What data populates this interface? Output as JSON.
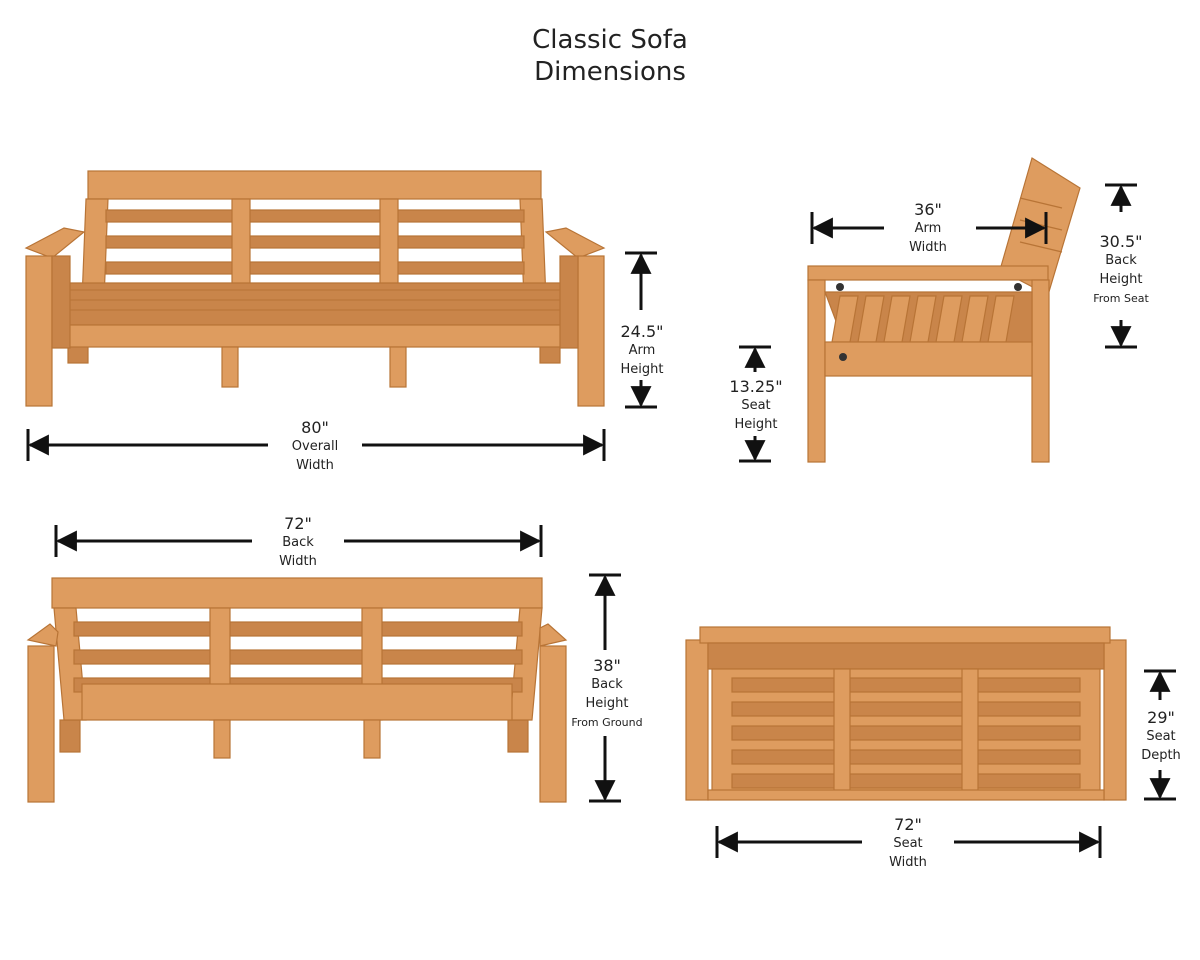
{
  "title": {
    "line1": "Classic Sofa",
    "line2": "Dimensions"
  },
  "colors": {
    "wood": "#DE9C5F",
    "wood_dark": "#B87436",
    "wood_shade": "#C9854A",
    "ink": "#111111"
  },
  "dimensions": {
    "overall_width": {
      "value": "80\"",
      "label1": "Overall",
      "label2": "Width"
    },
    "arm_height": {
      "value": "24.5\"",
      "label1": "Arm",
      "label2": "Height"
    },
    "arm_width": {
      "value": "36\"",
      "label1": "Arm",
      "label2": "Width"
    },
    "back_height_seat": {
      "value": "30.5\"",
      "label1": "Back",
      "label2": "Height",
      "note": "From Seat"
    },
    "seat_height": {
      "value": "13.25\"",
      "label1": "Seat",
      "label2": "Height"
    },
    "back_width": {
      "value": "72\"",
      "label1": "Back",
      "label2": "Width"
    },
    "back_height_ground": {
      "value": "38\"",
      "label1": "Back",
      "label2": "Height",
      "note": "From Ground"
    },
    "seat_depth": {
      "value": "29\"",
      "label1": "Seat",
      "label2": "Depth"
    },
    "seat_width": {
      "value": "72\"",
      "label1": "Seat",
      "label2": "Width"
    }
  }
}
